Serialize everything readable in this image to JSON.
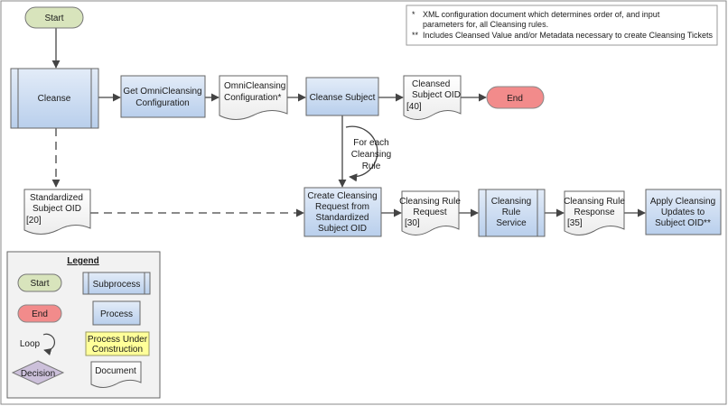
{
  "notes": {
    "line1_prefix": "*",
    "line1a": "XML configuration document which determines order of, and input",
    "line1b": "parameters for, all Cleansing rules.",
    "line2_prefix": "**",
    "line2": "Includes Cleansed Value and/or Metadata necessary to create Cleansing Tickets"
  },
  "nodes": {
    "start": "Start",
    "cleanse": "Cleanse",
    "get_config": [
      "Get OmniCleansing",
      "Configuration"
    ],
    "omni_config": [
      "OmniCleansing",
      "Configuration*"
    ],
    "cleanse_subject": "Cleanse Subject",
    "cleansed_oid": [
      "Cleansed",
      "Subject OID",
      "[40]"
    ],
    "end": "End",
    "loop_label": [
      "For each",
      "Cleansing",
      "Rule"
    ],
    "std_oid": [
      "Standardized",
      "Subject OID",
      "[20]"
    ],
    "create_request": [
      "Create Cleansing",
      "Request from",
      "Standardized",
      "Subject OID"
    ],
    "rule_request": [
      "Cleansing Rule",
      "Request",
      "[30]"
    ],
    "rule_service": [
      "Cleansing",
      "Rule",
      "Service"
    ],
    "rule_response": [
      "Cleansing Rule",
      "Response",
      "[35]"
    ],
    "apply_updates": [
      "Apply Cleansing",
      "Updates to",
      "Subject OID**"
    ]
  },
  "legend": {
    "title": "Legend",
    "start": "Start",
    "end": "End",
    "loop": "Loop",
    "decision": "Decision",
    "subprocess": "Subprocess",
    "process": "Process",
    "under_construction": [
      "Process Under",
      "Construction"
    ],
    "document": "Document"
  },
  "colors": {
    "start_fill": "#d8e4bc",
    "end_fill": "#f28b8b",
    "process_fill": "#c5d9f1",
    "construction_fill": "#ffff99",
    "decision_fill": "#ccc0da",
    "stroke": "#555555",
    "arrow": "#444444"
  }
}
